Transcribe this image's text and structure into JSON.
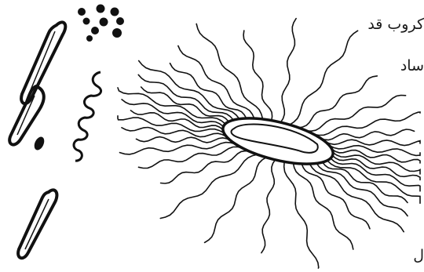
{
  "text_fragments": {
    "line_1": "كروب قد",
    "line_2": "ساد",
    "line_3": "ل"
  },
  "colors": {
    "ink": "#1a1a1a",
    "background": "#ffffff"
  },
  "figures": [
    "cocci-cluster-drawing",
    "spiral-bacterium-drawing",
    "rod-bacteria-drawing",
    "flagellated-bacillus-drawing"
  ]
}
